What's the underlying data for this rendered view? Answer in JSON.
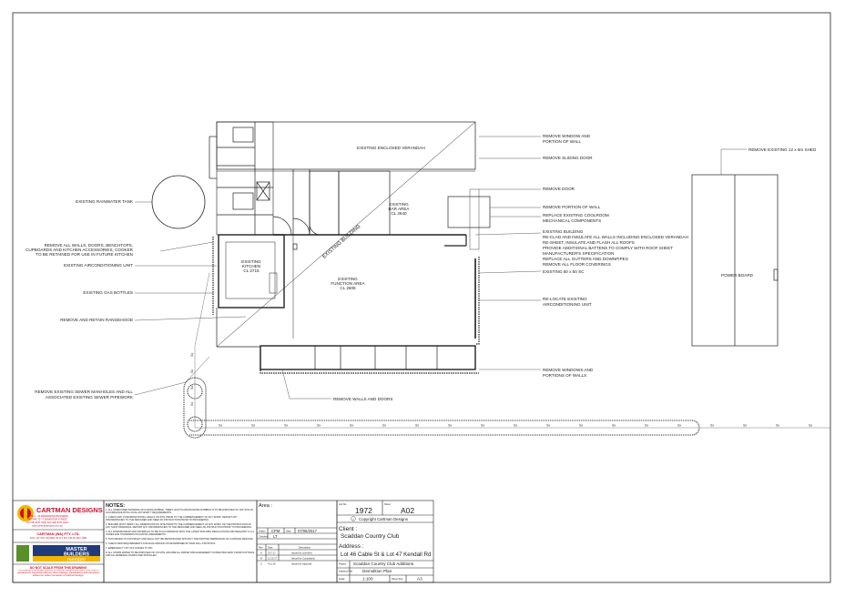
{
  "plan": {
    "existing_building": "EXISTING BUILDING",
    "enclosed_verandah": "EXISTING ENCLOSED VERANDAH",
    "bar_area": [
      "EXISTING",
      "BAR AREA",
      "CL 2640"
    ],
    "kitchen": [
      "EXISTING",
      "KITCHEN",
      "CL 2715"
    ],
    "function_area": [
      "EXISTING",
      "FUNCTION AREA",
      "CL 2605"
    ],
    "power_board": "POWER BOARD",
    "sewer_symbol": "Sx"
  },
  "annotations_left": [
    "EXISTING RAINWATER TANK",
    "REMOVE ALL WALLS, DOORS, BENCHTOPS,",
    "CUPBOARDS AND KITCHEN ACCESSORIES, COOKER",
    "TO BE RETAINED FOR USE IN FUTURE KITCHEN",
    "EXISTING AIRCONDITIONING UNIT",
    "EXISTING GAS BOTTLES",
    "REMOVE AND RETAIN RANGEHOOD",
    "REMOVE EXISTING SEWER MANHOLES AND ALL",
    "ASSOCIATED EXISTING SEWER PIPEWORK"
  ],
  "annotations_right": [
    "REMOVE WINDOW AND",
    "PORTION OF WALL",
    "REMOVE SLIDING DOOR",
    "REMOVE DOOR",
    "REMOVE PORTION OF WALL",
    "REPLACE EXISTING COOLROOM",
    "MECHANICAL COMPONENTS",
    "EXISTING BUILDING",
    "RE-CLAD AND INSULATE ALL WALLS INCLUDING ENCLOSED VERANDAH",
    "RE-SHEET, INSULATE AND FLASH ALL ROOFS",
    "PROVIDE ADDITIONAL BATTENS TO COMPLY WITH ROOF SHEET",
    "MANUFACTURER'S SPECIFICATION",
    "REPLACE ALL GUTTERS AND DOWNPIPES",
    "REMOVE ALL FLOOR COVERINGS",
    "EXISTING 50 x 50 SC",
    "RE-LOCATE EXISTING",
    "AIRCONDITIONING UNIT",
    "REMOVE WINDOWS AND",
    "PORTIONS OF WALLS",
    "REMOVE EXISTING 12 x 6m SHED"
  ],
  "annotations_bottom": [
    "REMOVE WALLS AND DOORS"
  ],
  "company": {
    "name": "CARTMAN DESIGNS",
    "address_lines": [
      "SUITE 2 - 10 ESPERANCE BUSINESS",
      "CENTRE 72-77 DEMPSTER STREET",
      "PH (08) 9071 5220 FAX (08) 9071 5223",
      "www.cartmandesigns.com.au"
    ],
    "entity": "CARTMAN (WA) PTY. LTD.",
    "abn": "ACN: 117 531 730 ABN: 82 117 531 730 PO Box 1080",
    "master_builders": [
      "MASTER",
      "BUILDERS",
      "member"
    ],
    "warning": "DO NOT SCALE FROM THIS DRAWING",
    "warning_text": "This drawing is the design property of Cartman Designs and must not be used or reproduced in conjunction with any other drawings, specifications and instructions without the written permission of Cartman Designs."
  },
  "notes": {
    "title": "NOTES:",
    "items": [
      "1. ALL UNSECURED MATERIAL INCLUDING RUBBLE, TREES, ROOTS AND BUILDING RUBBISH IS TO BE DISPOSED OF OFF SITE IN ACCORDANCE WITH LOCAL AUTHORITY REQUIREMENTS.",
      "2. CHECK AND CONFIRM EXISTING LEVELS ON SITE PRIOR TO THE COMMENCEMENT OF ANY WORK. REPORT ANY DISCREPANCIES TO THE DESIGNER AND SEEK AN INSTRUCTION PRIOR TO PROCEEDING.",
      "3. BUILDER MUST VERIFY ALL DIMENSIONS ON SITE PRIOR TO THE COMMENCEMENT OF ANY WORK OR THE PRODUCTION OF ANY SHOP DRAWINGS. REPORT ANY DISCREPANCIES TO THE DESIGNER AND SEEK AN INSTRUCTION PRIOR TO PROCEEDING.",
      "4. ALL WORKMANSHIP AND MATERIALS TO BE IN ACCORDANCE WITH THE LATEST BUILDING REGULATIONS AND RELEVANT S.A.A. CODES AND STANDARDS INCLUDING AMENDMENTS.",
      "5. THIS DESIGN IS COPYRIGHT AND SHALL NOT BE REPRODUCED WITHOUT THE WRITTEN PERMISSION OF CARTMAN DESIGNS.",
      "6. CHECK R&W REQUIREMENTS FOR EACH REGION AS DETERMINED BY R&W FALL STATISTICS.",
      "7. EMERGENCY LIFT OFF HINGES TO WC.",
      "8. ALL STORM WATER TO BE DISPOSED OF ON SITE. ENSURE ALL WATER DISCHARGEMENT IS DIRECTED AWAY FROM FOOTINGS AND ALL REMEDIAL WORKS ARE INSTALLED."
    ]
  },
  "title_block": {
    "area_label": "Area :",
    "job_no_label": "Job No.",
    "job_no": "1972",
    "sheet_label": "Sheet",
    "sheet": "A02",
    "copyright": "Copyright Cartman Designs",
    "drawn_label": "Drawn",
    "drawn": "CPM",
    "date_label": "Date",
    "date": "07/06/2017",
    "checked_label": "Checked",
    "checked": "LT",
    "rev_headers": [
      "Rev",
      "Date",
      "Description"
    ],
    "revisions": [
      [
        "A",
        "23.7.17",
        "Issued for comment"
      ],
      [
        "B",
        "12.10.17",
        "Issued for Consultants"
      ],
      [
        "C",
        "4.11.18",
        "Issued for Approval"
      ]
    ],
    "client_label": "Client :",
    "client": "Scaddan Country Club",
    "address_label": "Address :",
    "address": "Lot 46 Cable St & Lot 47 Kendall Rd",
    "project_label": "Project",
    "project": "Scaddan Country Club Additions",
    "drawing_title_label": "Drawing Title",
    "drawing_title": "Demolition Plan",
    "scale_label": "Scale",
    "scale": "1:100",
    "sheet_size_label": "Sheet Size",
    "sheet_size": "A3"
  },
  "colors": {
    "line": "#1a1a1a",
    "company_red": "#c8102e",
    "company_yellow": "#f2b500",
    "mb_blue": "#1f3b7a",
    "mb_green": "#5a8f29",
    "warning_red": "#d4101c"
  }
}
